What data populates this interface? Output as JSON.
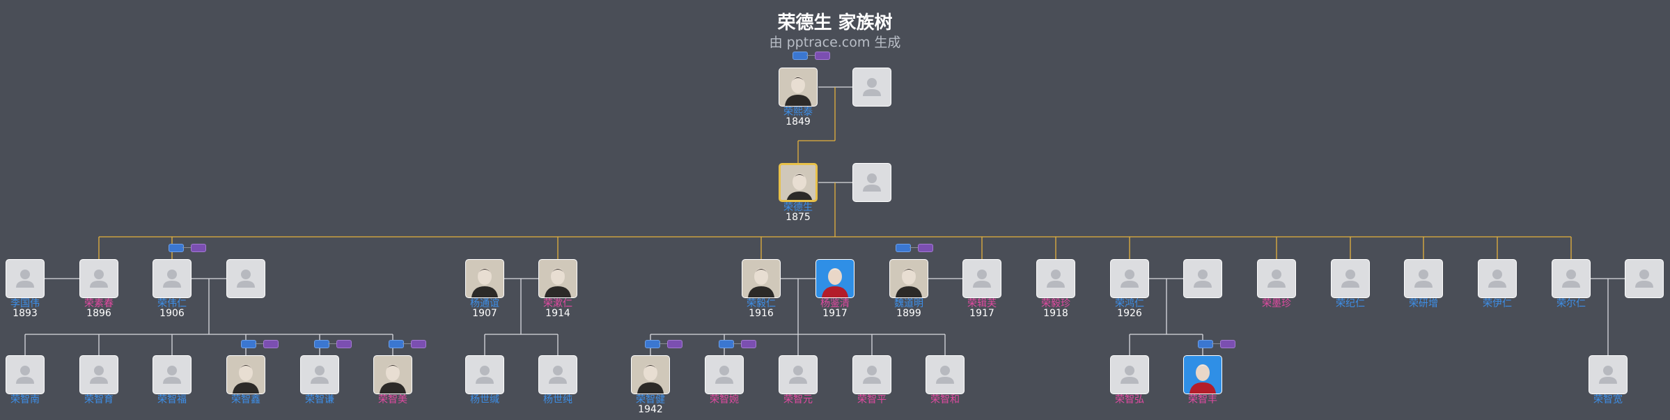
{
  "header": {
    "title": "荣德生 家族树",
    "subtitle": "由 pptrace.com 生成"
  },
  "colors": {
    "male": "#3d8fe8",
    "female": "#e14aa1",
    "main_line": "#e3b23c",
    "branch_line": "#d9dbe0",
    "background": "#4a4e57"
  },
  "people": {
    "rong_xitai": {
      "name": "荣熙泰",
      "year": "1849",
      "gender": "male"
    },
    "rong_desheng": {
      "name": "荣德生",
      "year": "1875",
      "gender": "male"
    },
    "li_guowei": {
      "name": "李国伟",
      "year": "1893",
      "gender": "male"
    },
    "rong_suchun": {
      "name": "荣素春",
      "year": "1896",
      "gender": "female"
    },
    "rong_weiren": {
      "name": "荣伟仁",
      "year": "1906",
      "gender": "male"
    },
    "yang_tongyi": {
      "name": "杨通谊",
      "year": "1907",
      "gender": "male"
    },
    "rong_shuren": {
      "name": "荣漱仁",
      "year": "1914",
      "gender": "female"
    },
    "rong_yiren": {
      "name": "荣毅仁",
      "year": "1916",
      "gender": "male"
    },
    "yang_jianqing": {
      "name": "杨鉴清",
      "year": "1917",
      "gender": "female"
    },
    "wei_daoming": {
      "name": "魏道明",
      "year": "1899",
      "gender": "male"
    },
    "rong_zhuomei": {
      "name": "荣辑芙",
      "year": "1917",
      "gender": "female"
    },
    "rong_yizhen": {
      "name": "荣毅珍",
      "year": "1918",
      "gender": "female"
    },
    "rong_hongren": {
      "name": "荣鸿仁",
      "year": "1926",
      "gender": "male"
    },
    "rong_mozhen": {
      "name": "荣墨珍",
      "year": "",
      "gender": "female"
    },
    "rong_jiren": {
      "name": "荣纪仁",
      "year": "",
      "gender": "male"
    },
    "rong_yanren": {
      "name": "荣研增",
      "year": "",
      "gender": "male"
    },
    "rong_yiren2": {
      "name": "荣伊仁",
      "year": "",
      "gender": "male"
    },
    "rong_erren": {
      "name": "荣尔仁",
      "year": "",
      "gender": "male"
    },
    "rong_zhinan": {
      "name": "荣智南",
      "year": "",
      "gender": "male"
    },
    "rong_zhiyu": {
      "name": "荣智育",
      "year": "",
      "gender": "male"
    },
    "rong_zhifu": {
      "name": "荣智福",
      "year": "",
      "gender": "male"
    },
    "rong_zhixin": {
      "name": "荣智鑫",
      "year": "",
      "gender": "male"
    },
    "rong_zhiqian": {
      "name": "荣智谦",
      "year": "",
      "gender": "male"
    },
    "rong_zhimei": {
      "name": "荣智美",
      "year": "",
      "gender": "female"
    },
    "yang_shicheng": {
      "name": "杨世缄",
      "year": "",
      "gender": "male"
    },
    "yang_shichun": {
      "name": "杨世纯",
      "year": "",
      "gender": "male"
    },
    "rong_zhijian": {
      "name": "荣智健",
      "year": "1942",
      "gender": "male"
    },
    "rong_zhiwan": {
      "name": "荣智婉",
      "year": "",
      "gender": "female"
    },
    "rong_zhiyuan": {
      "name": "荣智元",
      "year": "",
      "gender": "female"
    },
    "rong_zhiping": {
      "name": "荣智平",
      "year": "",
      "gender": "female"
    },
    "rong_zhihe": {
      "name": "荣智和",
      "year": "",
      "gender": "female"
    },
    "rong_zhihong": {
      "name": "荣智弘",
      "year": "",
      "gender": "female"
    },
    "rong_zhifeng": {
      "name": "荣智丰",
      "year": "",
      "gender": "female"
    },
    "rong_zhikuan": {
      "name": "荣智宽",
      "year": "",
      "gender": "male"
    }
  }
}
